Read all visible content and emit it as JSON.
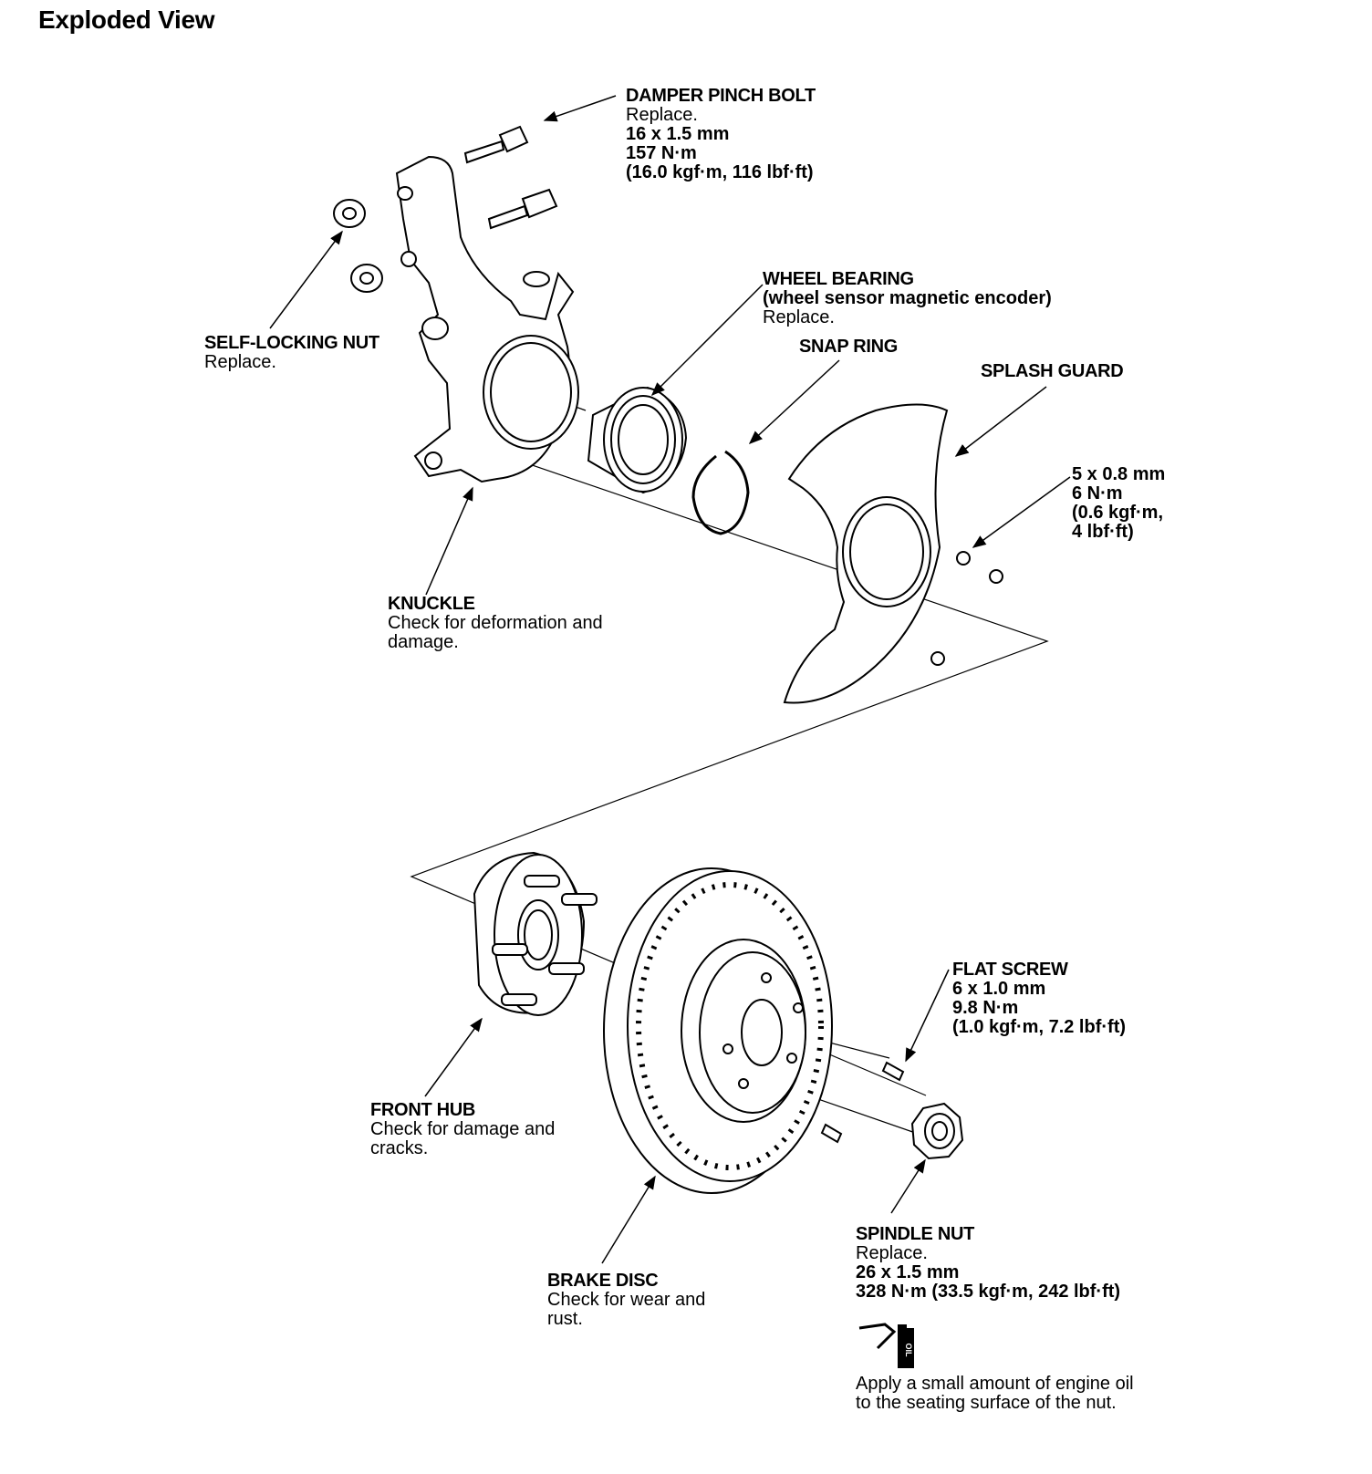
{
  "title": "Exploded View",
  "callouts": {
    "damper_pinch_bolt": {
      "name": "DAMPER PINCH BOLT",
      "note": "Replace.",
      "size": "16 x 1.5 mm",
      "torque": "157 N·m",
      "torque_alt": "(16.0 kgf·m, 116 lbf·ft)"
    },
    "self_locking_nut": {
      "name": "SELF-LOCKING NUT",
      "note": "Replace."
    },
    "wheel_bearing": {
      "name": "WHEEL BEARING",
      "subtitle": "(wheel sensor magnetic encoder)",
      "note": "Replace."
    },
    "snap_ring": {
      "name": "SNAP RING"
    },
    "splash_guard": {
      "name": "SPLASH GUARD"
    },
    "splash_bolt": {
      "size": "5 x 0.8 mm",
      "torque": "6 N·m",
      "torque_alt_1": "(0.6 kgf·m,",
      "torque_alt_2": "4 lbf·ft)"
    },
    "knuckle": {
      "name": "KNUCKLE",
      "note_1": "Check for deformation and",
      "note_2": "damage."
    },
    "flat_screw": {
      "name": "FLAT SCREW",
      "size": "6 x 1.0 mm",
      "torque": "9.8 N·m",
      "torque_alt": "(1.0 kgf·m, 7.2 lbf·ft)"
    },
    "front_hub": {
      "name": "FRONT HUB",
      "note_1": "Check for damage and",
      "note_2": "cracks."
    },
    "brake_disc": {
      "name": "BRAKE DISC",
      "note_1": "Check for wear and",
      "note_2": "rust."
    },
    "spindle_nut": {
      "name": "SPINDLE NUT",
      "note": "Replace.",
      "size": "26 x 1.5 mm",
      "torque": "328 N·m (33.5 kgf·m, 242 lbf·ft)"
    }
  },
  "oil_note": {
    "label": "OIL",
    "line_1": "Apply a small amount of engine oil",
    "line_2": "to the seating surface of the nut."
  }
}
